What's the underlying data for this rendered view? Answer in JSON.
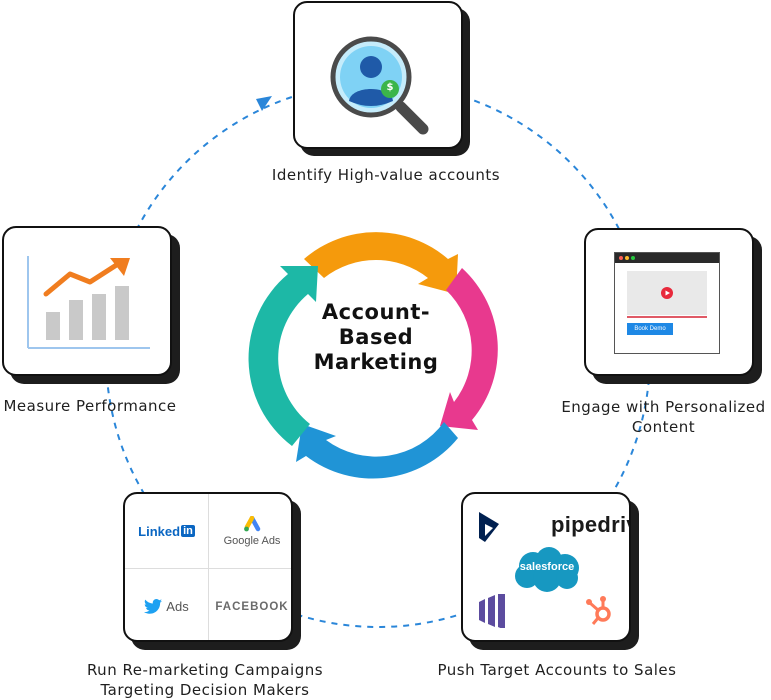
{
  "center": {
    "title_line1": "Account-",
    "title_line2": "Based",
    "title_line3": "Marketing"
  },
  "steps": [
    {
      "label": "Identify High-value accounts"
    },
    {
      "label_line1": "Engage with Personalized",
      "label_line2": "Content"
    },
    {
      "label": "Push Target Accounts to Sales"
    },
    {
      "label_line1": "Run Re-marketing Campaigns",
      "label_line2": "Targeting Decision Makers"
    },
    {
      "label": "Measure Performance"
    }
  ],
  "engage_card": {
    "button_label": "Book Demo"
  },
  "identify_card": {
    "badge": "$"
  },
  "ads_grid": {
    "linkedin_word": "Linked",
    "linkedin_in": "in",
    "google_ads": "Google Ads",
    "twitter_ads": "Ads",
    "facebook": "FACEBOOK"
  },
  "sales_card": {
    "pipedrive": "pipedriv",
    "salesforce": "salesforce"
  },
  "colors": {
    "orange": "#f59a0c",
    "pink": "#e8398e",
    "blue": "#2094d6",
    "teal": "#1db8a6",
    "dashed": "#2a86d9",
    "linkedin": "#0a66c2",
    "twitter": "#1da1f2",
    "salesforce": "#1798c1",
    "hubspot": "#ff7a59",
    "marketo": "#5c4c9f",
    "dynamics": "#002050"
  }
}
